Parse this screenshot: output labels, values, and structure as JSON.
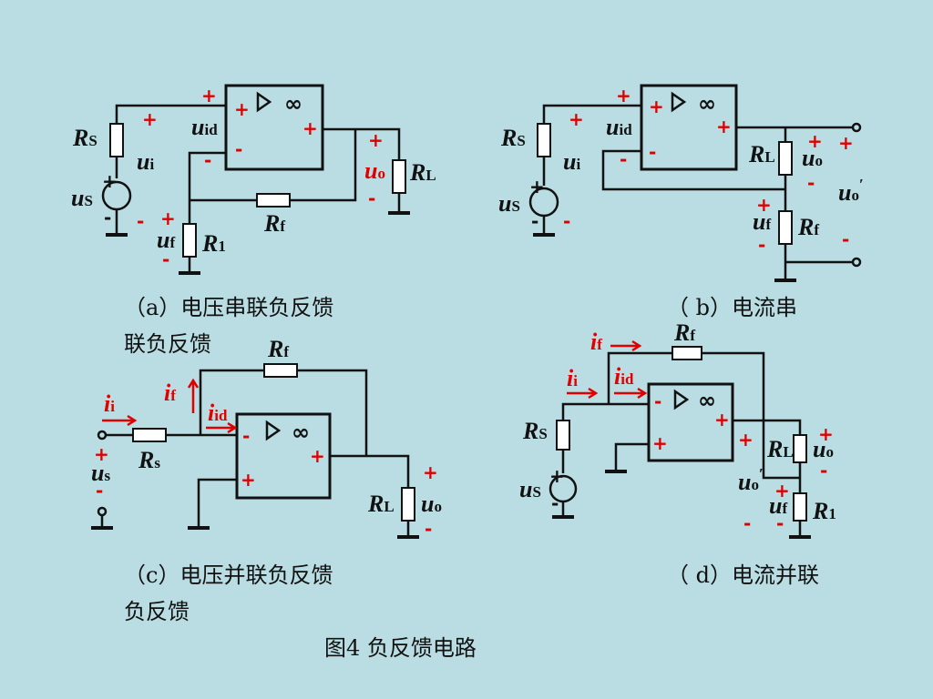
{
  "captions": {
    "a_line1": "（a）电压串联负反馈",
    "a_line2": "联负反馈",
    "b_line1": "（ b）电流串",
    "c_line1": "（c）电压并联负反馈",
    "c_line2": "负反馈",
    "d_line1": "（ d）电流并联",
    "figure": "图4  负反馈电路"
  },
  "symbols": {
    "infinity": "∞",
    "plus": "+",
    "minus": "-",
    "u": "u",
    "i": "i",
    "R": "R",
    "S": "S",
    "s": "s",
    "id": "id",
    "o": "o",
    "o_prime": "o",
    "prime": "′",
    "f": "f",
    "L": "L",
    "one": "1",
    "sub_i": "i"
  },
  "colors": {
    "background": "#b9dde2",
    "accent_red": "#e00000",
    "ink": "#111111"
  }
}
